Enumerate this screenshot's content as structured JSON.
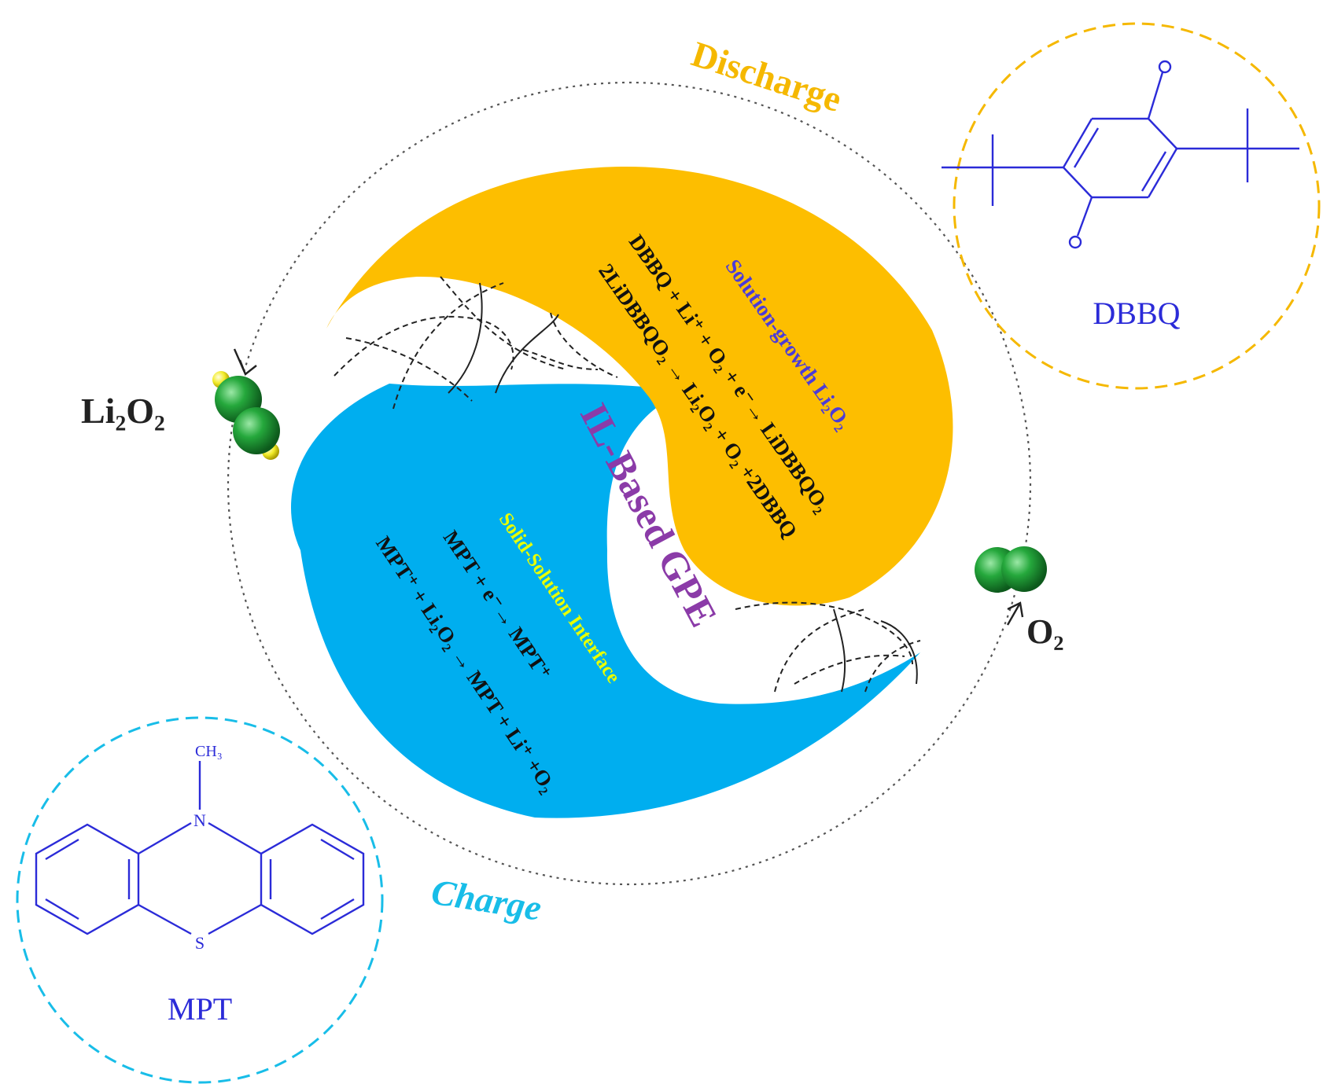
{
  "labels": {
    "discharge": "Discharge",
    "charge": "Charge",
    "center": "IL-Based GPE",
    "li2o2": "Li₂O₂",
    "o2": "O₂"
  },
  "discharge_lobe": {
    "heading": "Solution-growth Li₂O₂",
    "eq1": "DBBQ + Li⁺ + O₂ + e⁻→ LiDBBQO₂",
    "eq2": "2LiDBBQO₂ → Li₂O₂ + O₂ +2DBBQ"
  },
  "charge_lobe": {
    "heading": "Solid-Solution Interface",
    "eq1": "MPT + e⁻→ MPT⁺",
    "eq2": "MPT⁺ + Li₂O₂ → MPT + Li⁺ +O₂"
  },
  "molecules": {
    "dbbq": {
      "name": "DBBQ",
      "atom_o": "O"
    },
    "mpt": {
      "name": "MPT",
      "atom_n": "N",
      "atom_s": "S",
      "group_ch3": "CH₃"
    }
  },
  "colors": {
    "discharge": "#FDBE00",
    "charge": "#00AEEF",
    "center_text": "#8B3BA8",
    "molecule": "#2B2BD8",
    "discharge_heading": "#4B3BD8",
    "charge_heading": "#E8FF00",
    "sphere": "#22A33A",
    "li_atom": "#F2EC2A"
  }
}
